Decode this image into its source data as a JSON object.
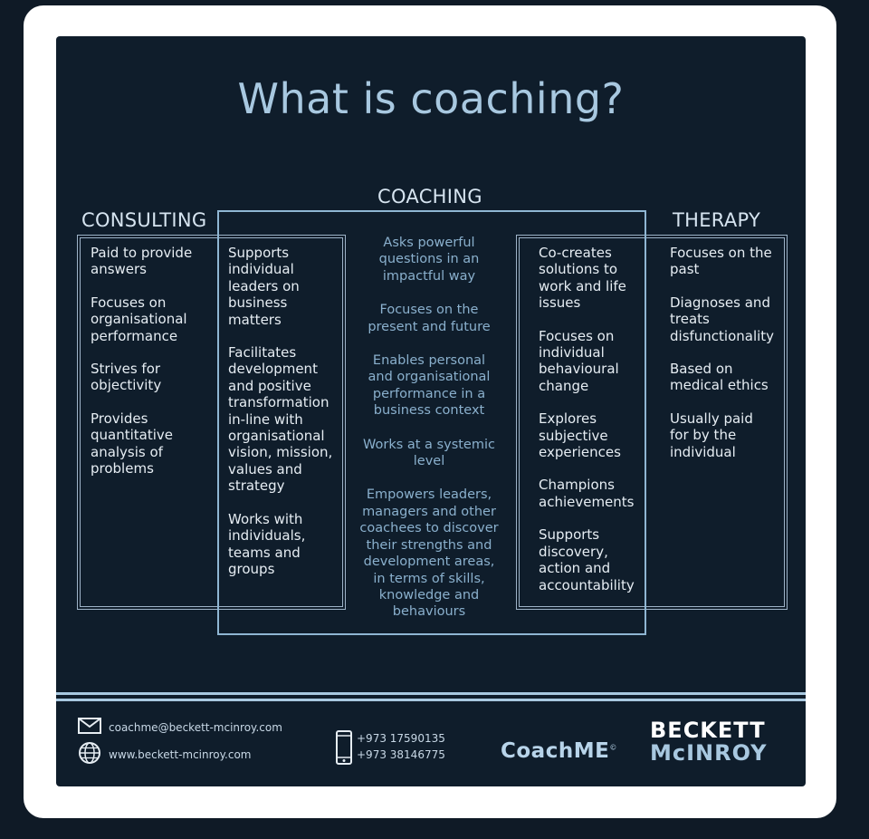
{
  "title": "What is coaching?",
  "consulting": {
    "heading": "CONSULTING",
    "items": [
      "Paid to provide answers",
      "Focuses on organisational performance",
      "Strives for objectivity",
      "Provides quantitative analysis of problems"
    ]
  },
  "left_overlap": {
    "items": [
      "Supports individual leaders on business matters",
      "Facilitates development and positive transformation in-line with organisational vision, mission, values and strategy",
      "Works with individuals, teams and groups"
    ]
  },
  "coaching": {
    "heading": "COACHING",
    "items": [
      "Asks powerful questions in an impactful way",
      "Focuses on the present and future",
      "Enables personal and organisational performance in a business context",
      "Works at a systemic level",
      "Empowers leaders, managers and other coachees to discover their strengths and development areas, in terms of skills, knowledge and behaviours"
    ]
  },
  "right_overlap": {
    "items": [
      "Co-creates solutions to work and life issues",
      "Focuses on individual behavioural change",
      "Explores subjective experiences",
      "Champions achievements",
      "Supports discovery, action and accountability"
    ]
  },
  "therapy": {
    "heading": "THERAPY",
    "items": [
      "Focuses on the past",
      "Diagnoses and treats disfunctionality",
      "Based on medical ethics",
      "Usually paid for by the individual"
    ]
  },
  "footer": {
    "email": "coachme@beckett-mcinroy.com",
    "website": "www.beckett-mcinroy.com",
    "phone1": "+973 17590135",
    "phone2": "+973 38146775",
    "coachme_logo": "CoachME",
    "coachme_mark": "©",
    "brand_line1": "BECKETT",
    "brand_line2": "McINROY",
    "icons": [
      "mail-icon",
      "globe-icon",
      "phone-icon"
    ]
  }
}
